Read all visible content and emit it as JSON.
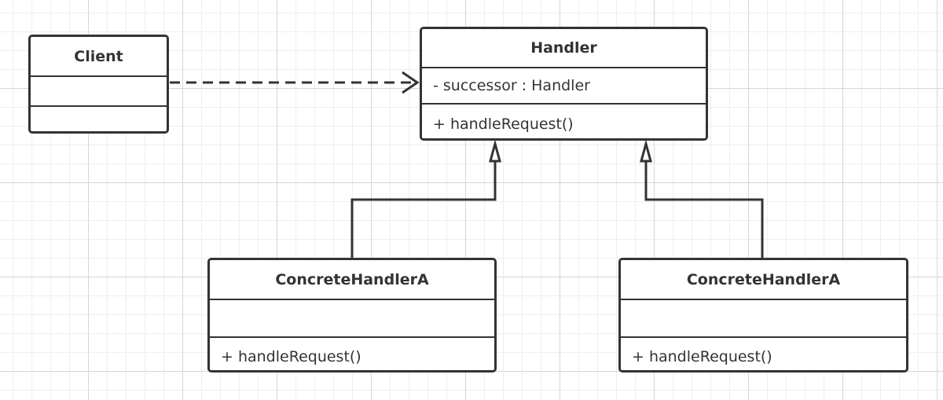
{
  "diagram": {
    "colors": {
      "stroke": "#333333",
      "fill": "#ffffff",
      "grid": "#d6d6d6"
    },
    "classes": {
      "client": {
        "name": "Client",
        "attributes": "",
        "methods": ""
      },
      "handler": {
        "name": "Handler",
        "attributes": "- successor : Handler",
        "methods": "+ handleRequest()"
      },
      "concrete_a": {
        "name": "ConcreteHandlerA",
        "attributes": "",
        "methods": "+ handleRequest()"
      },
      "concrete_b": {
        "name": "ConcreteHandlerA",
        "attributes": "",
        "methods": "+ handleRequest()"
      }
    },
    "relations": [
      {
        "type": "dependency",
        "from": "Client",
        "to": "Handler"
      },
      {
        "type": "generalization",
        "from": "ConcreteHandlerA",
        "to": "Handler"
      },
      {
        "type": "generalization",
        "from": "ConcreteHandlerA",
        "to": "Handler"
      }
    ]
  }
}
